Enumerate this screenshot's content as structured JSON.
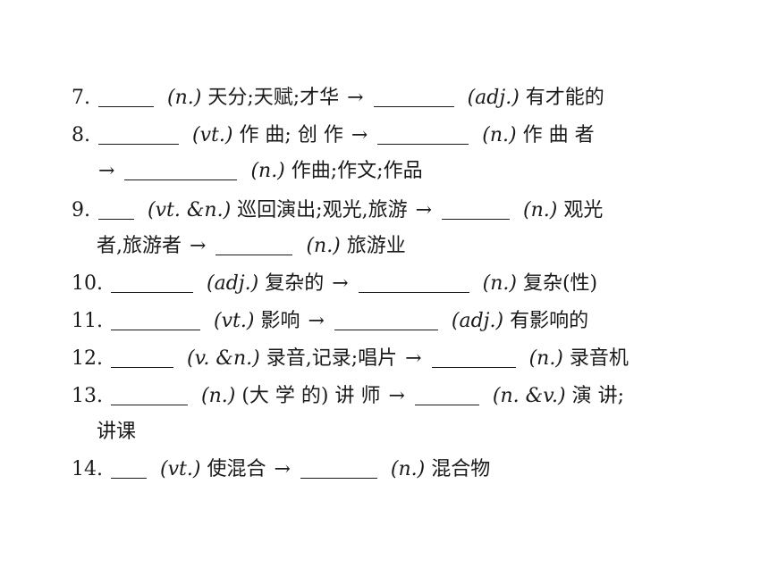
{
  "items": [
    {
      "lead": "7.",
      "pos1": "(n.)",
      "meaning1": "天分;天赋;才华",
      "arrow": "→",
      "pos2": "(adj.)",
      "meaning2": "有才能的"
    },
    {
      "lead": "8.",
      "pos1": "(vt.)",
      "meaning1": "作 曲; 创 作",
      "arrow": "→",
      "pos2": "(n.)",
      "meaning2": "作 曲 者"
    },
    {
      "lead": "→",
      "pos1": "(n.)",
      "meaning1": "作曲;作文;作品"
    },
    {
      "lead": "9.",
      "pos1": "(vt. &n.)",
      "meaning1": "巡回演出;观光,旅游",
      "arrow": "→",
      "pos2": "(n.)",
      "meaning2": "观光"
    },
    {
      "lead": "者,旅游者",
      "arrow": "→",
      "pos1": "(n.)",
      "meaning1": "旅游业"
    },
    {
      "lead": "10.",
      "pos1": "(adj.)",
      "meaning1": "复杂的",
      "arrow": "→",
      "pos2": "(n.)",
      "meaning2": "复杂(性)"
    },
    {
      "lead": "11.",
      "pos1": "(vt.)",
      "meaning1": "影响",
      "arrow": "→",
      "pos2": "(adj.)",
      "meaning2": "有影响的"
    },
    {
      "lead": "12.",
      "pos1": "(v. &n.)",
      "meaning1": "录音,记录;唱片",
      "arrow": "→",
      "pos2": "(n.)",
      "meaning2": "录音机"
    },
    {
      "lead": "13.",
      "pos1": "(n.)",
      "meaning1": "(大 学 的) 讲 师",
      "arrow": "→",
      "pos2": "(n. &v.)",
      "meaning2": "演 讲;"
    },
    {
      "lead": "讲课"
    },
    {
      "lead": "14.",
      "pos1": "(vt.)",
      "meaning1": "使混合",
      "arrow": "→",
      "pos2": "(n.)",
      "meaning2": "混合物"
    }
  ]
}
